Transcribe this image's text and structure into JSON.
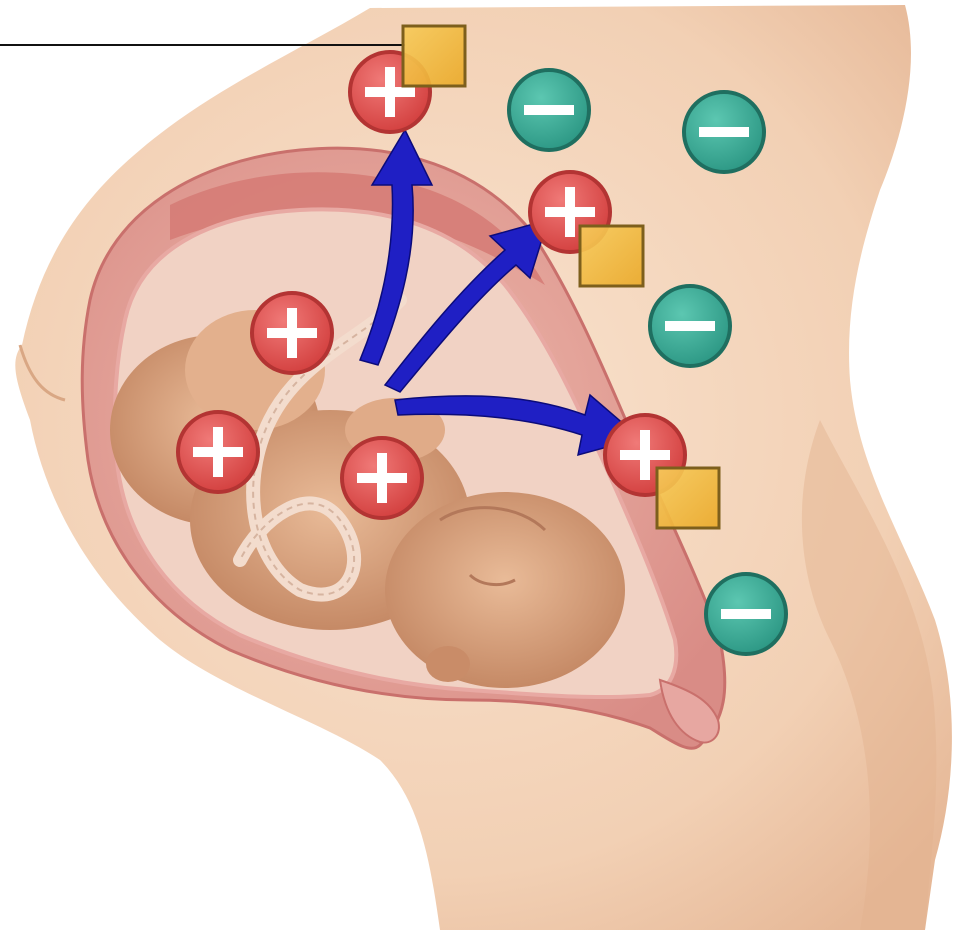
{
  "figure": {
    "background": "#ffffff",
    "colors": {
      "skin_light": "#f6dcc4",
      "skin_mid": "#ecc3a2",
      "skin_shadow": "#d9a784",
      "uterus_wall": "#e9a3a0",
      "uterus_inner": "#f4c9c0",
      "placenta": "#d9857f",
      "fetus": "#dfa985",
      "fetus_shadow": "#c68a66",
      "cord": "#f0d8c8",
      "positive_fill": "#e2504f",
      "positive_ring": "#c13a39",
      "negative_fill": "#3cae98",
      "negative_ring": "#237a6a",
      "marker_fill": "#f2bb3c",
      "marker_border": "#8a6a20",
      "arrow": "#1f1fc4",
      "leader_line": "#111111"
    },
    "legend_elements": [
      {
        "kind": "positive-ion",
        "icon": "plus-icon"
      },
      {
        "kind": "negative-ion",
        "icon": "minus-icon"
      },
      {
        "kind": "square-marker",
        "icon": "square-marker-icon"
      },
      {
        "kind": "transfer-arrow",
        "icon": "arrow-icon"
      }
    ]
  }
}
